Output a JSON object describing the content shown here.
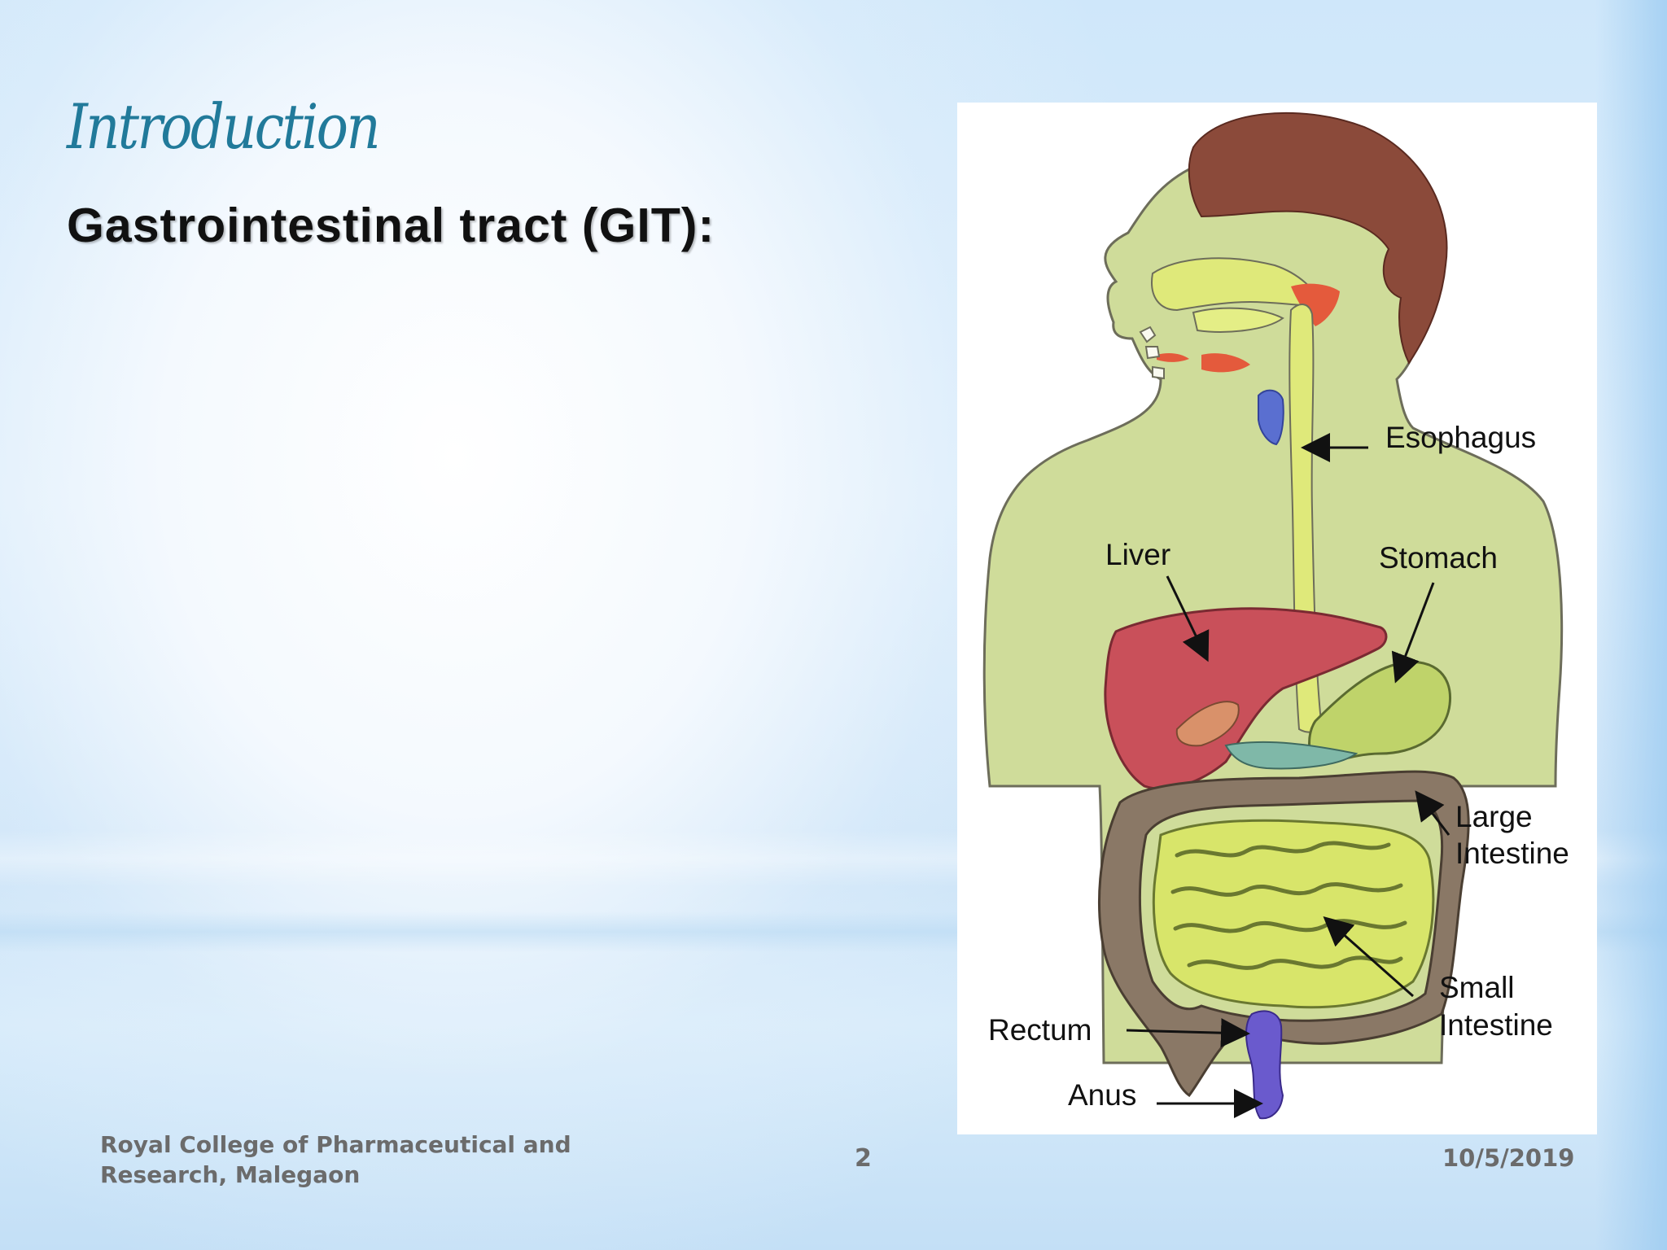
{
  "slide": {
    "title": "Introduction",
    "subtitle": "Gastrointestinal tract (GIT):"
  },
  "diagram": {
    "labels": {
      "esophagus": "Esophagus",
      "liver": "Liver",
      "stomach": "Stomach",
      "large_intestine_1": "Large",
      "large_intestine_2": "Intestine",
      "small_intestine_1": "Small",
      "small_intestine_2": "Intestine",
      "rectum": "Rectum",
      "anus": "Anus"
    },
    "colors": {
      "skin": "#cfdc9a",
      "hair": "#8b4a3a",
      "liver": "#c9505a",
      "tract": "#dfe97a",
      "large_intestine": "#8a7866",
      "rectum": "#6a5acd"
    }
  },
  "footer": {
    "institution": "Royal College of Pharmaceutical and Research, Malegaon",
    "page": "2",
    "date": "10/5/2019"
  }
}
